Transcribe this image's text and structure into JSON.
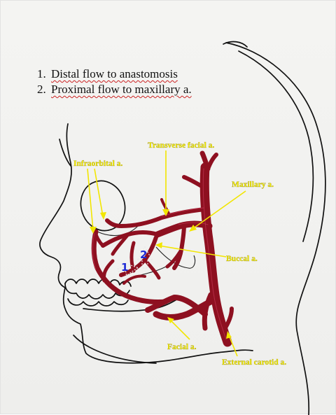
{
  "notes": [
    {
      "number": "1.",
      "text": "Distal flow to anastomosis"
    },
    {
      "number": "2.",
      "text": "Proximal flow to maxillary a."
    }
  ],
  "labels": {
    "transverse_facial": "Transverse facial a.",
    "infraorbital": "Infraorbital a.",
    "maxillary": "Maxillary a.",
    "buccal": "Buccal a.",
    "facial": "Facial a.",
    "external_carotid": "External carotid a."
  },
  "flow_markers": {
    "distal": "1",
    "proximal": "2"
  },
  "colors": {
    "artery": "#8e1020",
    "label_text": "#f7f200",
    "arrow": "#f2e600",
    "flow_marker": "#1e2bd6"
  }
}
